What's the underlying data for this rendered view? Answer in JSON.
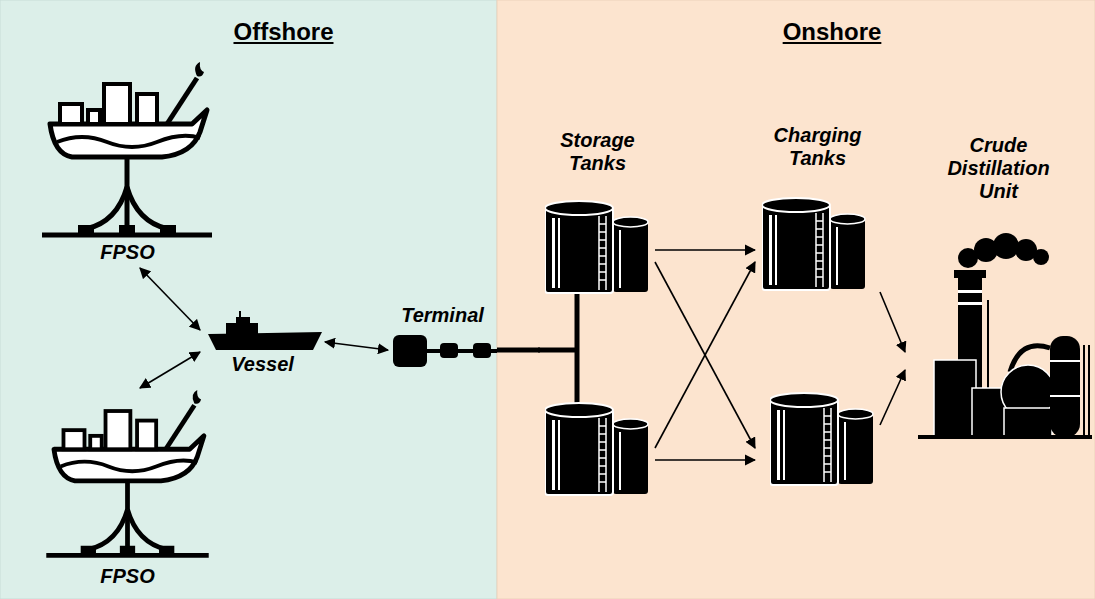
{
  "diagram": {
    "nodes": [
      {
        "text": [
          "Offshore"
        ]
      },
      {
        "text": [
          "Onshore"
        ]
      },
      {
        "text": [
          "FPSO"
        ],
        "in": 0
      },
      {
        "text": [
          "FPSO"
        ],
        "in": 0
      },
      {
        "text": [
          "Vessel"
        ],
        "in": 0
      },
      {
        "text": [
          "Terminal"
        ],
        "in": 0
      },
      {
        "text": [
          "Storage Tanks"
        ],
        "in": 1
      },
      {
        "text": [
          "Charging Tanks"
        ],
        "in": 1
      },
      {
        "text": [
          "Crude Distillation Unit"
        ],
        "in": 1
      }
    ],
    "edges": [
      {
        "from": 2,
        "to": 4,
        "arrow": "both"
      },
      {
        "from": 3,
        "to": 4,
        "arrow": "both"
      },
      {
        "from": 4,
        "to": 5,
        "arrow": "both"
      },
      {
        "from": 5,
        "to": 6,
        "arrow": "none"
      },
      {
        "from": 6,
        "to": 7,
        "arrow": "to"
      },
      {
        "from": 6,
        "to": 7,
        "arrow": "to"
      },
      {
        "from": 6,
        "to": 7,
        "arrow": "to"
      },
      {
        "from": 6,
        "to": 7,
        "arrow": "to"
      },
      {
        "from": 7,
        "to": 8,
        "arrow": "to"
      },
      {
        "from": 7,
        "to": 8,
        "arrow": "to"
      }
    ]
  }
}
